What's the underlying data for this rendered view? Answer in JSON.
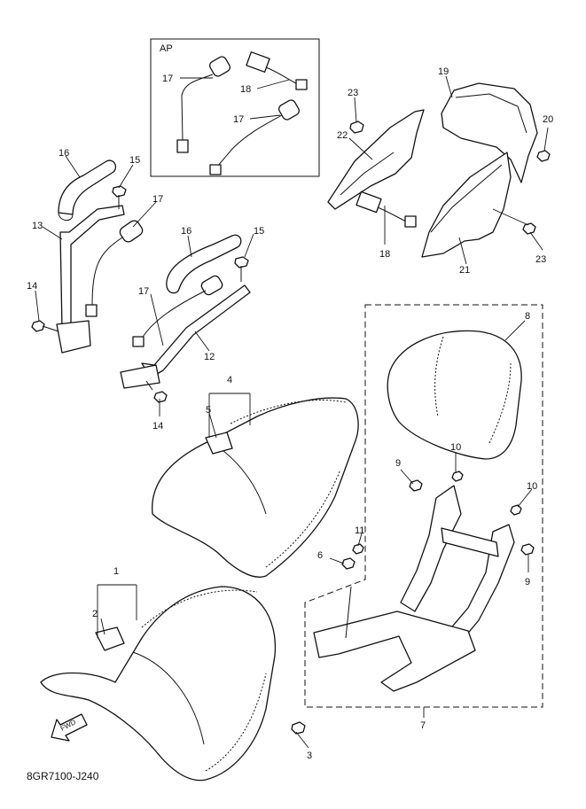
{
  "diagram_code": "8GR7100-J240",
  "ap_label": "AP",
  "fwd_label": "FWD",
  "callouts": [
    {
      "id": "c1",
      "text": "1"
    },
    {
      "id": "c2",
      "text": "2"
    },
    {
      "id": "c3",
      "text": "3"
    },
    {
      "id": "c4",
      "text": "4"
    },
    {
      "id": "c5",
      "text": "5"
    },
    {
      "id": "c6",
      "text": "6"
    },
    {
      "id": "c7",
      "text": "7"
    },
    {
      "id": "c8",
      "text": "8"
    },
    {
      "id": "c9a",
      "text": "9"
    },
    {
      "id": "c9b",
      "text": "9"
    },
    {
      "id": "c10a",
      "text": "10"
    },
    {
      "id": "c10b",
      "text": "10"
    },
    {
      "id": "c11",
      "text": "11"
    },
    {
      "id": "c12",
      "text": "12"
    },
    {
      "id": "c13",
      "text": "13"
    },
    {
      "id": "c14a",
      "text": "14"
    },
    {
      "id": "c14b",
      "text": "14"
    },
    {
      "id": "c15a",
      "text": "15"
    },
    {
      "id": "c15b",
      "text": "15"
    },
    {
      "id": "c16a",
      "text": "16"
    },
    {
      "id": "c16b",
      "text": "16"
    },
    {
      "id": "c17a",
      "text": "17"
    },
    {
      "id": "c17b",
      "text": "17"
    },
    {
      "id": "c17c",
      "text": "17"
    },
    {
      "id": "c17d",
      "text": "17"
    },
    {
      "id": "c18a",
      "text": "18"
    },
    {
      "id": "c18b",
      "text": "18"
    },
    {
      "id": "c19",
      "text": "19"
    },
    {
      "id": "c20",
      "text": "20"
    },
    {
      "id": "c21",
      "text": "21"
    },
    {
      "id": "c22",
      "text": "22"
    },
    {
      "id": "c23a",
      "text": "23"
    },
    {
      "id": "c23b",
      "text": "23"
    }
  ]
}
